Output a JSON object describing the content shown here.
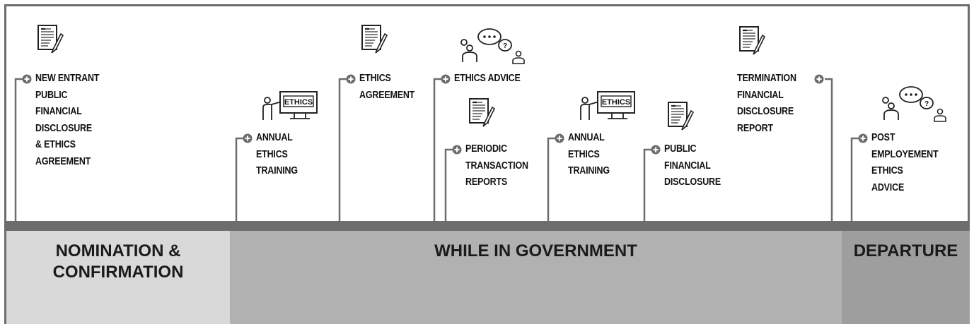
{
  "phases": {
    "nomination": {
      "line1": "NOMINATION &",
      "line2": "CONFIRMATION"
    },
    "while": {
      "label": "WHILE IN GOVERNMENT"
    },
    "departure": {
      "label": "DEPARTURE"
    }
  },
  "events": [
    {
      "id": "new-entrant",
      "lines": [
        "NEW ENTRANT",
        "PUBLIC",
        "FINANCIAL",
        "DISCLOSURE",
        "& ETHICS",
        "AGREEMENT"
      ],
      "icon": "document-pencil-icon"
    },
    {
      "id": "annual-training-1",
      "lines": [
        "ANNUAL",
        "ETHICS",
        "TRAINING"
      ],
      "icon": "ethics-training-icon",
      "board_text": "ETHICS"
    },
    {
      "id": "ethics-agreement",
      "lines": [
        "ETHICS",
        "AGREEMENT"
      ],
      "icon": "document-pencil-icon"
    },
    {
      "id": "ethics-advice",
      "lines": [
        "ETHICS ADVICE"
      ],
      "icon": "conversation-icon"
    },
    {
      "id": "periodic-transaction",
      "lines": [
        "PERIODIC",
        "TRANSACTION",
        "REPORTS"
      ],
      "icon": "document-pencil-icon"
    },
    {
      "id": "annual-training-2",
      "lines": [
        "ANNUAL",
        "ETHICS",
        "TRAINING"
      ],
      "icon": "ethics-training-icon",
      "board_text": "ETHICS"
    },
    {
      "id": "public-financial",
      "lines": [
        "PUBLIC",
        "FINANCIAL",
        "DISCLOSURE"
      ],
      "icon": "document-pencil-icon"
    },
    {
      "id": "termination",
      "lines": [
        "TERMINATION",
        "FINANCIAL",
        "DISCLOSURE",
        "REPORT"
      ],
      "icon": "document-pencil-icon"
    },
    {
      "id": "post-employment",
      "lines": [
        "POST",
        "EMPLOYEMENT",
        "ETHICS",
        "ADVICE"
      ],
      "icon": "conversation-icon"
    }
  ]
}
